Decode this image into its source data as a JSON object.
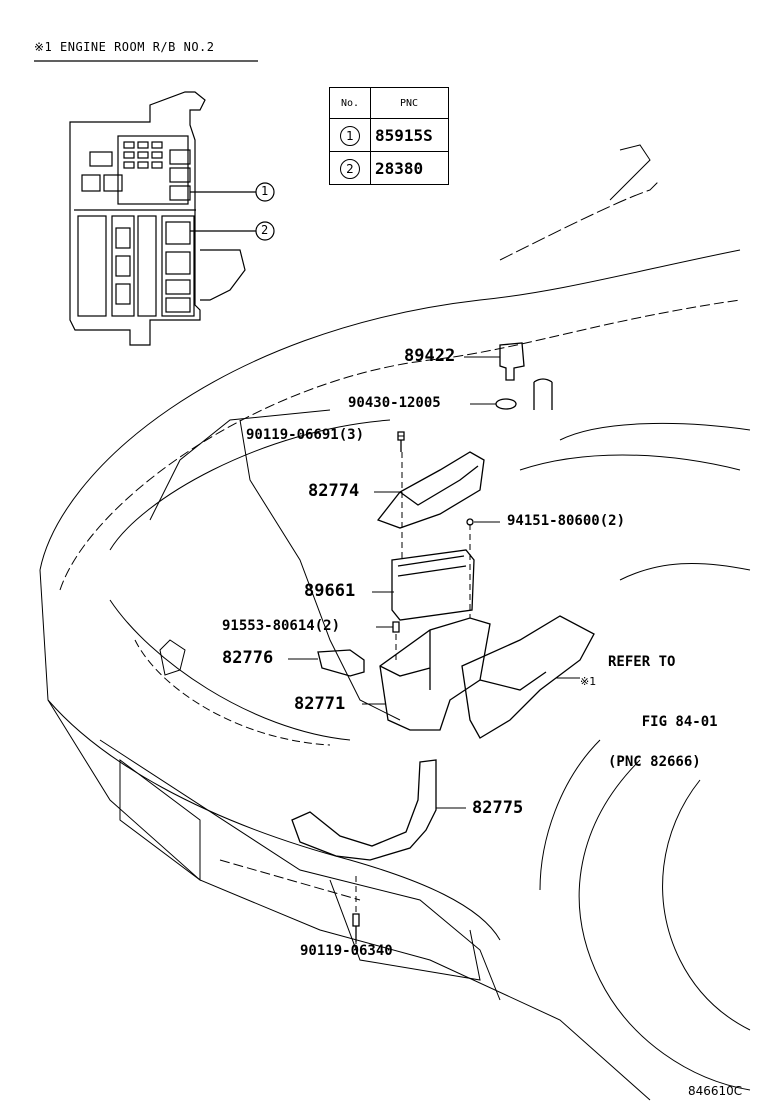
{
  "header": {
    "title": "※1  ENGINE ROOM R/B NO.2"
  },
  "relay_box": {
    "callouts": [
      "1",
      "2"
    ]
  },
  "pnc_table": {
    "col_no": "No.",
    "col_pnc": "PNC",
    "rows": [
      {
        "no": "1",
        "pnc": "85915S"
      },
      {
        "no": "2",
        "pnc": "28380"
      }
    ]
  },
  "parts": {
    "p89422": "89422",
    "p90430": "90430-12005",
    "p90119a": "90119-06691(3)",
    "p82774": "82774",
    "p94151": "94151-80600(2)",
    "p89661": "89661",
    "p91553": "91553-80614(2)",
    "p82776": "82776",
    "p82771": "82771",
    "p82775": "82775",
    "p90119b": "90119-06340"
  },
  "reference": {
    "line1": "REFER TO",
    "line2": "FIG 84-01",
    "line3": "(PNC 82666)",
    "mark": "※1"
  },
  "figure_code": "846610C"
}
